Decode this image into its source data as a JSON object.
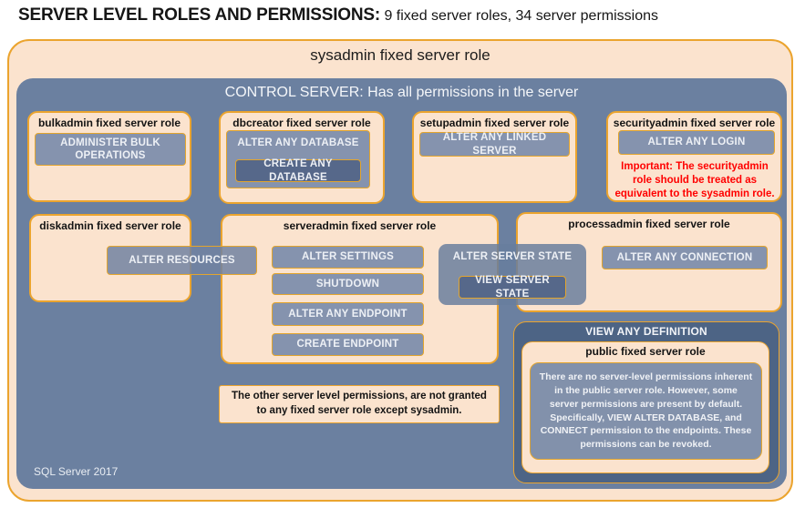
{
  "header": {
    "title_strong": "SERVER LEVEL ROLES AND PERMISSIONS:",
    "title_rest": " 9 fixed server roles, 34 server permissions"
  },
  "sysadmin": {
    "label": "sysadmin fixed server role"
  },
  "control": {
    "label": "CONTROL SERVER: Has all permissions in the server",
    "footer": "SQL Server 2017"
  },
  "roles": {
    "bulkadmin": {
      "title": "bulkadmin fixed server role",
      "permissions": [
        "ADMINISTER BULK OPERATIONS"
      ]
    },
    "dbcreator": {
      "title": "dbcreator fixed server role",
      "outer_permission": "ALTER ANY DATABASE",
      "inner_permission": "CREATE ANY DATABASE"
    },
    "setupadmin": {
      "title": "setupadmin fixed server role",
      "permissions": [
        "ALTER ANY LINKED SERVER"
      ]
    },
    "securityadmin": {
      "title": "securityadmin fixed server role",
      "permissions": [
        "ALTER ANY LOGIN"
      ],
      "warning": "Important: The securityadmin role should be treated as equivalent to the sysadmin role."
    },
    "diskadmin": {
      "title": "diskadmin fixed server role",
      "permissions": [
        "ALTER RESOURCES"
      ]
    },
    "serveradmin": {
      "title": "serveradmin fixed server role",
      "permissions": [
        "ALTER SETTINGS",
        "SHUTDOWN",
        "ALTER ANY ENDPOINT",
        "CREATE ENDPOINT"
      ],
      "shared_permission": "ALTER SERVER STATE",
      "shared_inner_permission": "VIEW SERVER STATE"
    },
    "processadmin": {
      "title": "processadmin fixed server role",
      "permissions": [
        "ALTER ANY CONNECTION"
      ]
    },
    "public": {
      "header_permission": "VIEW ANY DEFINITION",
      "title": "public fixed server role",
      "body": "There are no server-level permissions inherent in the public server role. However, some server permissions are present by default. Specifically, VIEW ALTER DATABASE, and CONNECT permission to the endpoints. These permissions can be revoked."
    }
  },
  "footnote": "The other server level permissions, are not granted to any fixed server role except sysadmin.",
  "colors": {
    "peach": "#FBE3CE",
    "gold_border": "#EBA42E",
    "slate_blue": "#6B80A0",
    "pill_blue": "#8593AE",
    "pill_dark_blue": "#56688A",
    "dark_panel_blue": "#4D6485",
    "warning_red": "#FF0000"
  }
}
